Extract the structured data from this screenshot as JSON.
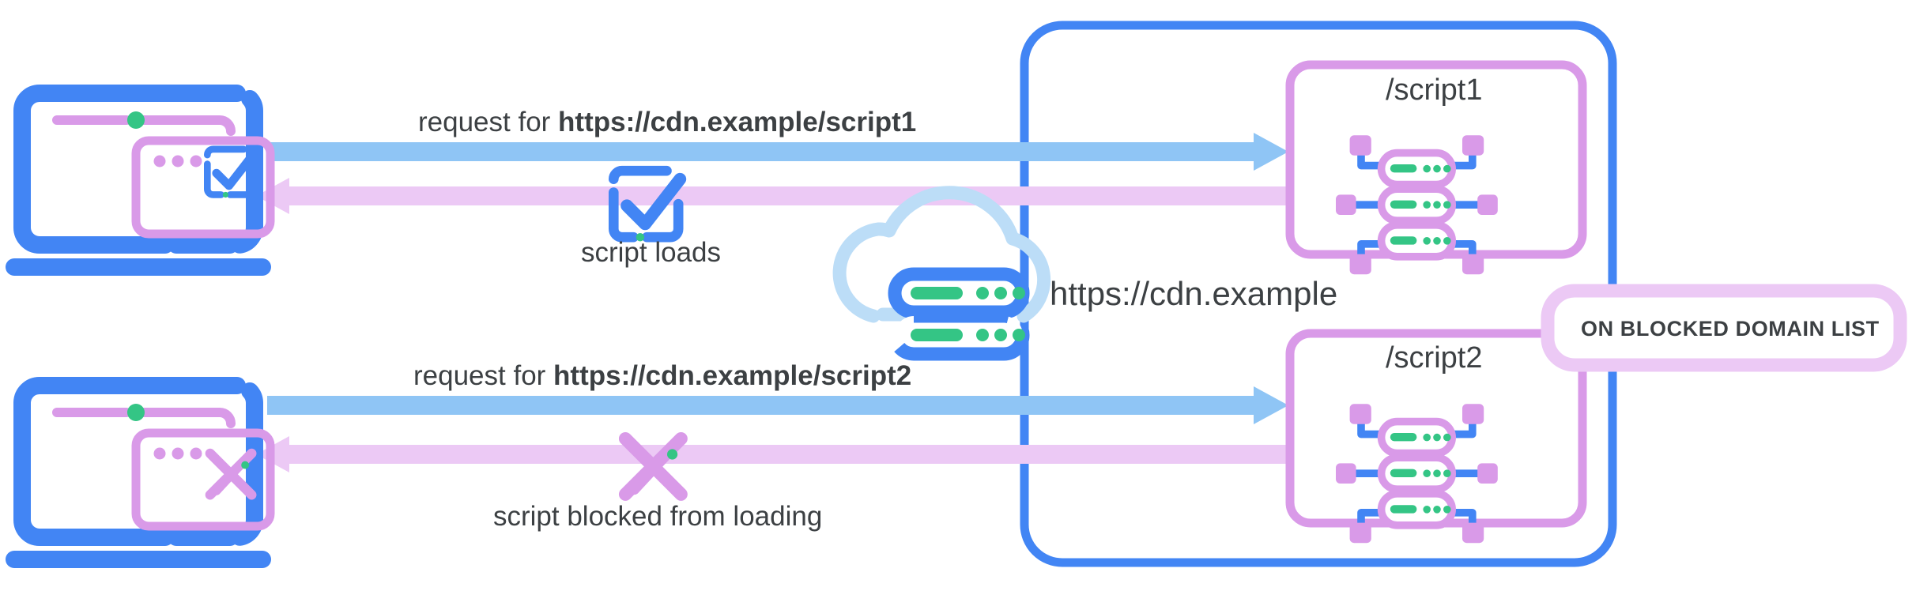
{
  "diagram": {
    "title": "CDN script blocking diagram",
    "cdn_label": "https://cdn.example",
    "colors": {
      "blue": "#4285f4",
      "blue_light": "#8fc5f5",
      "purple": "#d99ae8",
      "purple_light": "#ecc9f5",
      "green": "#34c585",
      "text": "#3c4043",
      "cloud": "#bcddf7"
    },
    "rows": [
      {
        "id": "script1",
        "request_prefix": "request for ",
        "request_url": "https://cdn.example/script1",
        "result_label": "script loads",
        "browser_icon": "checkbox-check-icon",
        "status_icon": "checkbox-check-icon",
        "server_label": "/script1",
        "server_icon": "server-network-icon",
        "blocked": false
      },
      {
        "id": "script2",
        "request_prefix": "request for ",
        "request_url": "https://cdn.example/script2",
        "result_label": "script blocked from loading",
        "browser_icon": "cross-x-icon",
        "status_icon": "cross-x-icon",
        "server_label": "/script2",
        "server_icon": "server-network-icon",
        "blocked": true,
        "callout": "ON BLOCKED DOMAIN LIST"
      }
    ],
    "cloud_icon": "cloud-server-icon"
  }
}
